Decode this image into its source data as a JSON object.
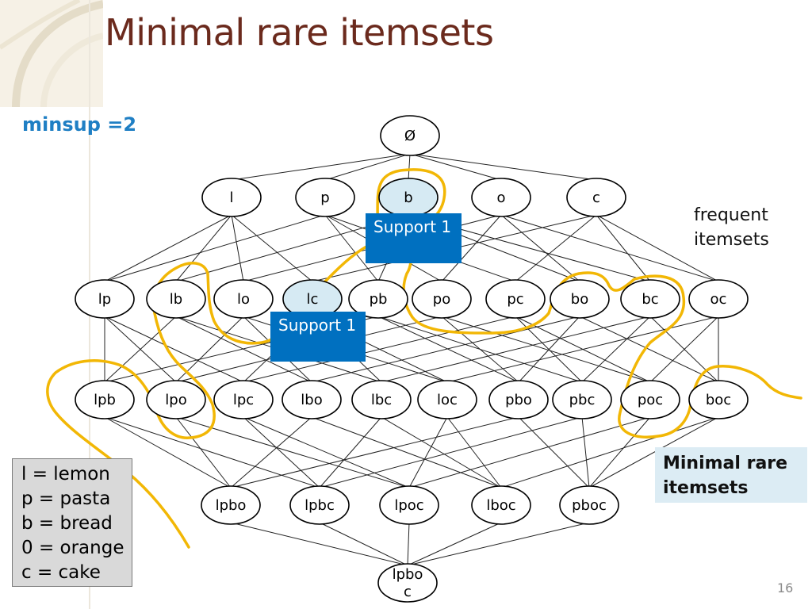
{
  "title": "Minimal rare itemsets",
  "minsup": "minsup =2",
  "frequent_label": "frequent itemsets",
  "mri_label": "Minimal rare itemsets",
  "support_boxes": [
    "Support 1",
    "Support 1"
  ],
  "legend": [
    "l = lemon",
    "p = pasta",
    "b = bread",
    "0 = orange",
    "c = cake"
  ],
  "page_number": "16",
  "colors": {
    "title": "#6b2a1d",
    "minsup": "#1f7fc4",
    "support_bg": "#0070c0",
    "highlight": "#f2b705",
    "node_highlight": "#d6eaf3"
  },
  "lattice": {
    "levels": [
      [
        "Ø"
      ],
      [
        "l",
        "p",
        "b",
        "o",
        "c"
      ],
      [
        "lp",
        "lb",
        "lo",
        "lc",
        "pb",
        "po",
        "pc",
        "bo",
        "bc",
        "oc"
      ],
      [
        "lpb",
        "lpo",
        "lpc",
        "lbo",
        "lbc",
        "loc",
        "pbo",
        "pbc",
        "poc",
        "boc"
      ],
      [
        "lpbo",
        "lpbc",
        "lpoc",
        "lboc",
        "pboc"
      ],
      [
        "lpbo c"
      ]
    ],
    "highlighted_nodes": [
      "b",
      "lc"
    ]
  }
}
